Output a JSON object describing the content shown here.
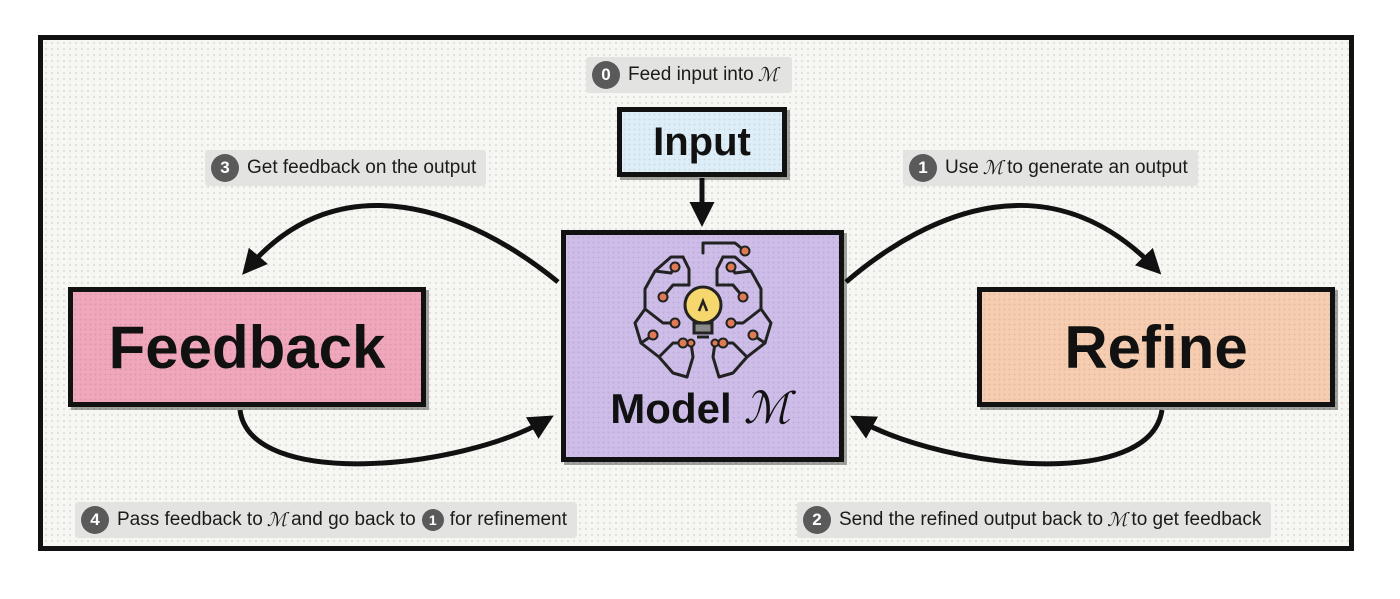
{
  "steps": [
    {
      "num": "0",
      "text": "Feed input into",
      "symbol": "ℳ"
    },
    {
      "num": "1",
      "pre": "Use",
      "symbol": "ℳ",
      "post": "to generate an output"
    },
    {
      "num": "2",
      "pre": "Send the refined output back to",
      "symbol": "ℳ",
      "post": "to get feedback"
    },
    {
      "num": "3",
      "text": "Get feedback on the output"
    },
    {
      "num": "4",
      "pre": "Pass feedback to",
      "symbol": "ℳ",
      "mid": "and go back to",
      "ref": "1",
      "post": "for refinement"
    }
  ],
  "boxes": {
    "input": "Input",
    "feedback": "Feedback",
    "refine": "Refine",
    "model": "Model",
    "model_symbol": "ℳ"
  },
  "colors": {
    "input": "#deeef8",
    "feedback": "#f0a6bb",
    "refine": "#f6cdb0",
    "model": "#cdbde8",
    "bulb": "#f5d76e",
    "node": "#e07a55"
  },
  "icons": [
    "brain-circuit-lightbulb-icon"
  ]
}
